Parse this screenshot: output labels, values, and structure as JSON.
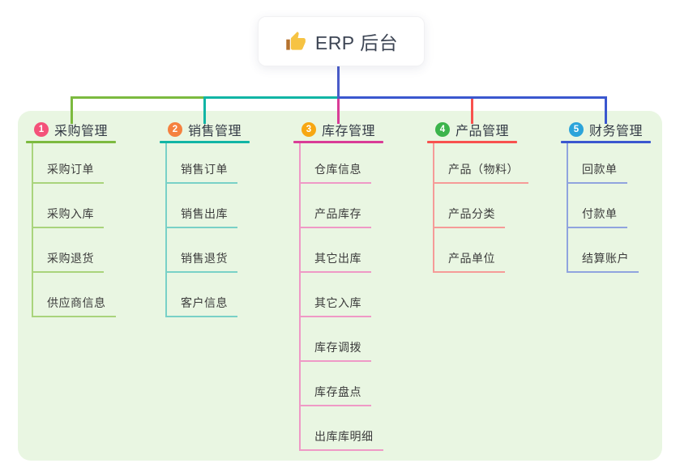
{
  "root": {
    "label": "ERP 后台",
    "icon": "thumbs-up-icon",
    "connector_color": "#4a5cc9"
  },
  "panel": {
    "background": "#e9f6e2"
  },
  "branches": [
    {
      "index": "1",
      "label": "采购管理",
      "badge_color": "#f4527a",
      "line_color": "#7cba3f",
      "child_line_color": "#a9d47c",
      "children": [
        "采购订单",
        "采购入库",
        "采购退货",
        "供应商信息"
      ]
    },
    {
      "index": "2",
      "label": "销售管理",
      "badge_color": "#f5813f",
      "line_color": "#11b5a5",
      "child_line_color": "#79d1c7",
      "children": [
        "销售订单",
        "销售出库",
        "销售退货",
        "客户信息"
      ]
    },
    {
      "index": "3",
      "label": "库存管理",
      "badge_color": "#f7a713",
      "line_color": "#d93c97",
      "child_line_color": "#ef99c6",
      "children": [
        "仓库信息",
        "产品库存",
        "其它出库",
        "其它入库",
        "库存调拨",
        "库存盘点",
        "出库库明细"
      ]
    },
    {
      "index": "4",
      "label": "产品管理",
      "badge_color": "#3cb44b",
      "line_color": "#f8514e",
      "child_line_color": "#f69b98",
      "children": [
        "产品（物料）",
        "产品分类",
        "产品单位"
      ]
    },
    {
      "index": "5",
      "label": "财务管理",
      "badge_color": "#2ca4da",
      "line_color": "#3a57cf",
      "child_line_color": "#90a4de",
      "children": [
        "回款单",
        "付款单",
        "结算账户"
      ]
    }
  ]
}
